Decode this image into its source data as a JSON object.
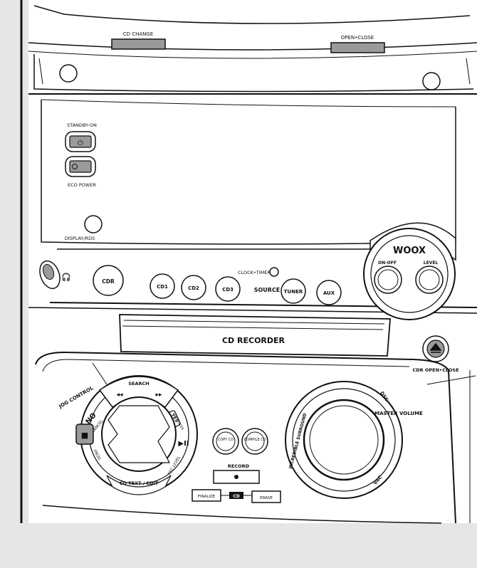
{
  "top_panel": {
    "cd_change": "CD CHANGE",
    "open_close": "OPEN•CLOSE"
  },
  "power": {
    "standby_on": "STANDBY-ON",
    "eco_power": "ECO POWER",
    "display_rds": "DISPLAY/RDS"
  },
  "sources": {
    "cdr": "CDR",
    "cd1": "CD1",
    "cd2": "CD2",
    "cd3": "CD3",
    "clock_timer": "CLOCK•TIMER",
    "source": "SOURCE",
    "tuner": "TUNER",
    "aux": "AUX"
  },
  "woox": {
    "title": "WOOX",
    "on_off": "ON-OFF",
    "level": "LEVEL"
  },
  "recorder": {
    "title": "CD RECORDER",
    "cdr_open_close": "CDR OPEN•CLOSE"
  },
  "jog": {
    "jog_control": "JOG CONTROL",
    "search": "SEARCH",
    "rewind_symbol": "◂◂",
    "ffwd_symbol": "▸▸",
    "no": "NO",
    "cancel": "CANCEL",
    "yes": "YES",
    "enter": "ENTER",
    "prog": "PROG",
    "rec_level": "REC LEVEL",
    "cd_text_edit": "CD TEXT / EDIT",
    "play_pause_symbol": "▶II",
    "stop_symbol": "■"
  },
  "copy": {
    "copy_cd": "COPY CD",
    "compile_cd": "COMPILE CD",
    "record": "RECORD",
    "finalize": "FINALIZE",
    "cd_badge": "CD",
    "erase": "ERASE"
  },
  "volume": {
    "master_volume": "MASTER VOLUME",
    "dsc": "DSC",
    "vac": "VAC",
    "incredible_surround": "INCREDIBLE SURROUND"
  }
}
